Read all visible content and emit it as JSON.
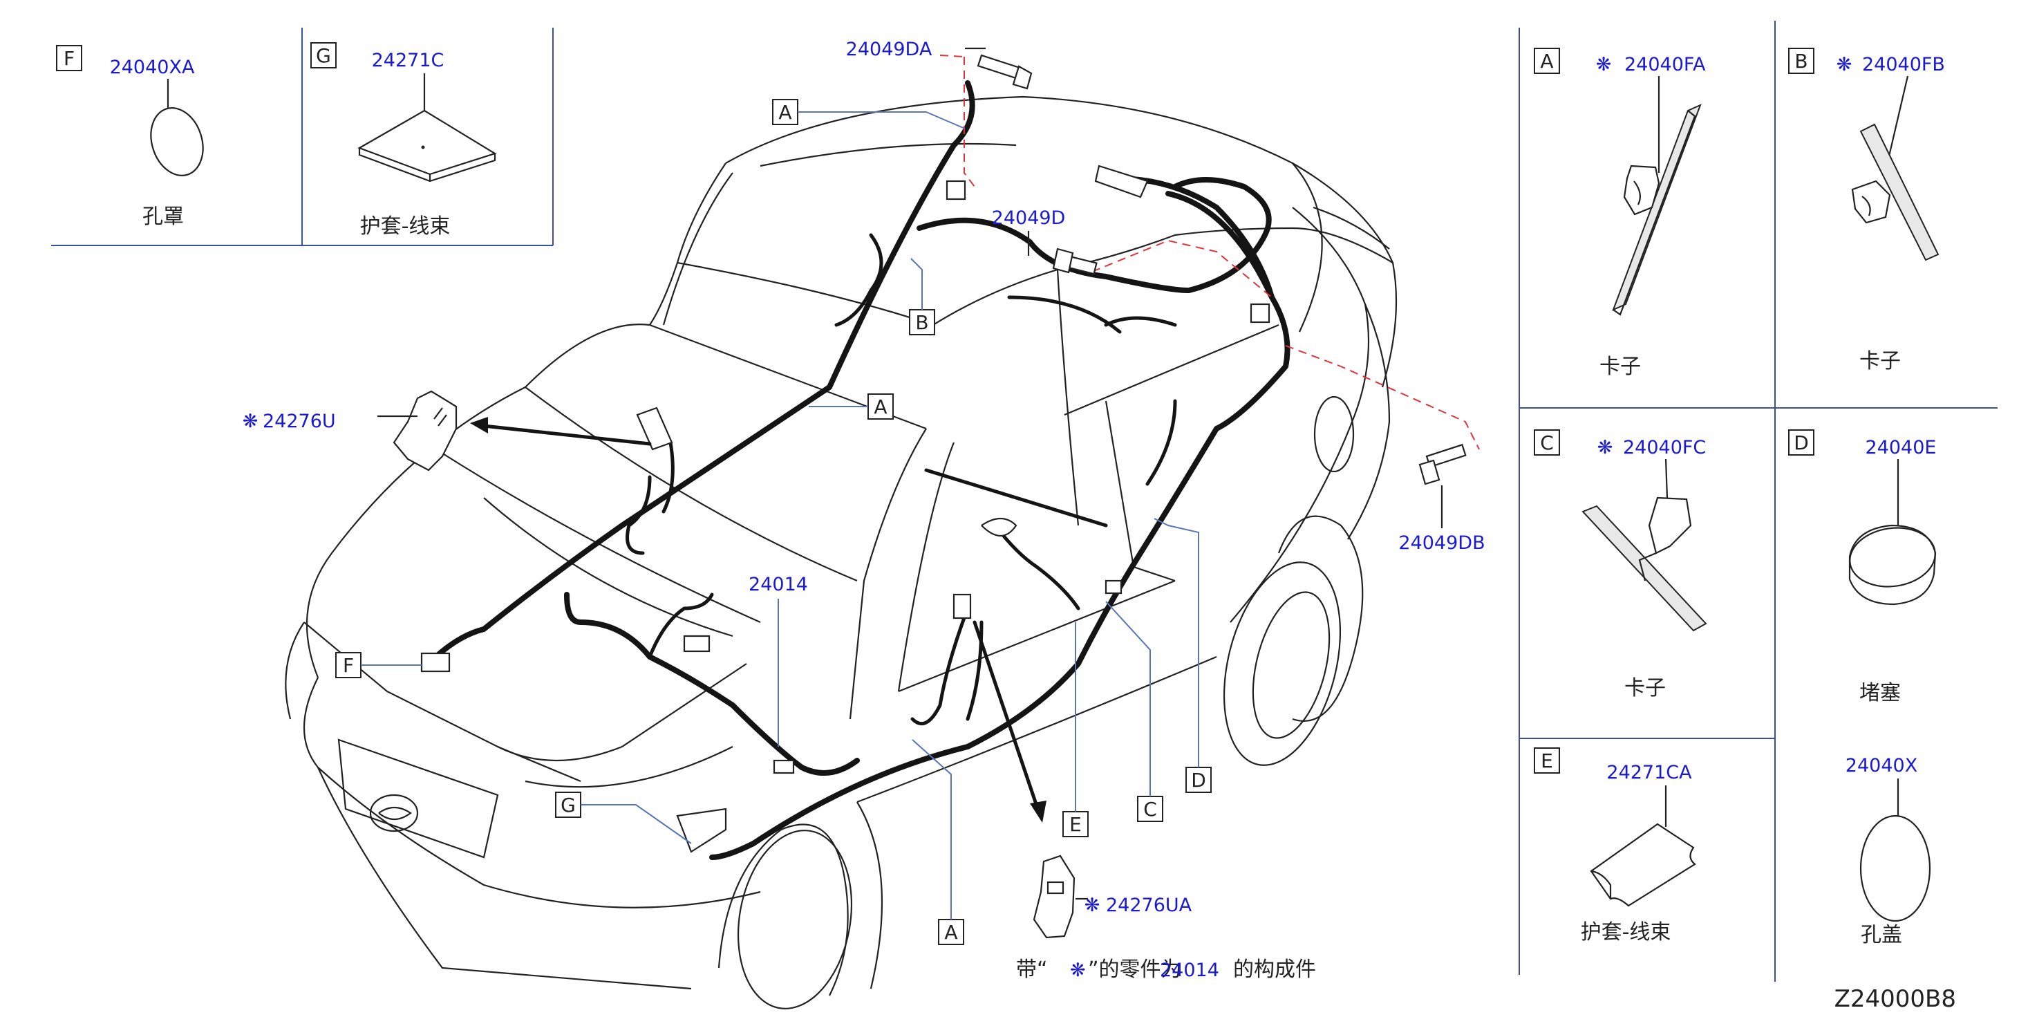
{
  "diagram_code": "Z24000B8",
  "footnote": {
    "prefix": "带“",
    "suffix": "”的零件为",
    "parent_part": "24014",
    "tail": "的构成件"
  },
  "star_symbol": "❋",
  "top_left": {
    "F": {
      "letter": "F",
      "part": "24040XA",
      "name": "孔罩"
    },
    "G": {
      "letter": "G",
      "part": "24271C",
      "name": "护套-线束"
    }
  },
  "right_panel": {
    "A": {
      "letter": "A",
      "part": "24040FA",
      "starred": true,
      "name": "卡子"
    },
    "B": {
      "letter": "B",
      "part": "24040FB",
      "starred": true,
      "name": "卡子"
    },
    "C": {
      "letter": "C",
      "part": "24040FC",
      "starred": true,
      "name": "卡子"
    },
    "D": {
      "letter": "D",
      "part": "24040E",
      "starred": false,
      "name": "堵塞"
    },
    "E": {
      "letter": "E",
      "part": "24271CA",
      "starred": false,
      "name": "护套-线束"
    },
    "X": {
      "part": "24040X",
      "name": "孔盖"
    }
  },
  "main": {
    "bolt_top": "24049DA",
    "bolt_mid": "24049D",
    "bolt_right": "24049DB",
    "harness": "24014",
    "bracket_left": "24276U",
    "bracket_bottom": "24276UA",
    "callouts": {
      "A1": "A",
      "A2": "A",
      "A3": "A",
      "B": "B",
      "C": "C",
      "D": "D",
      "E": "E",
      "F": "F",
      "G": "G"
    }
  }
}
